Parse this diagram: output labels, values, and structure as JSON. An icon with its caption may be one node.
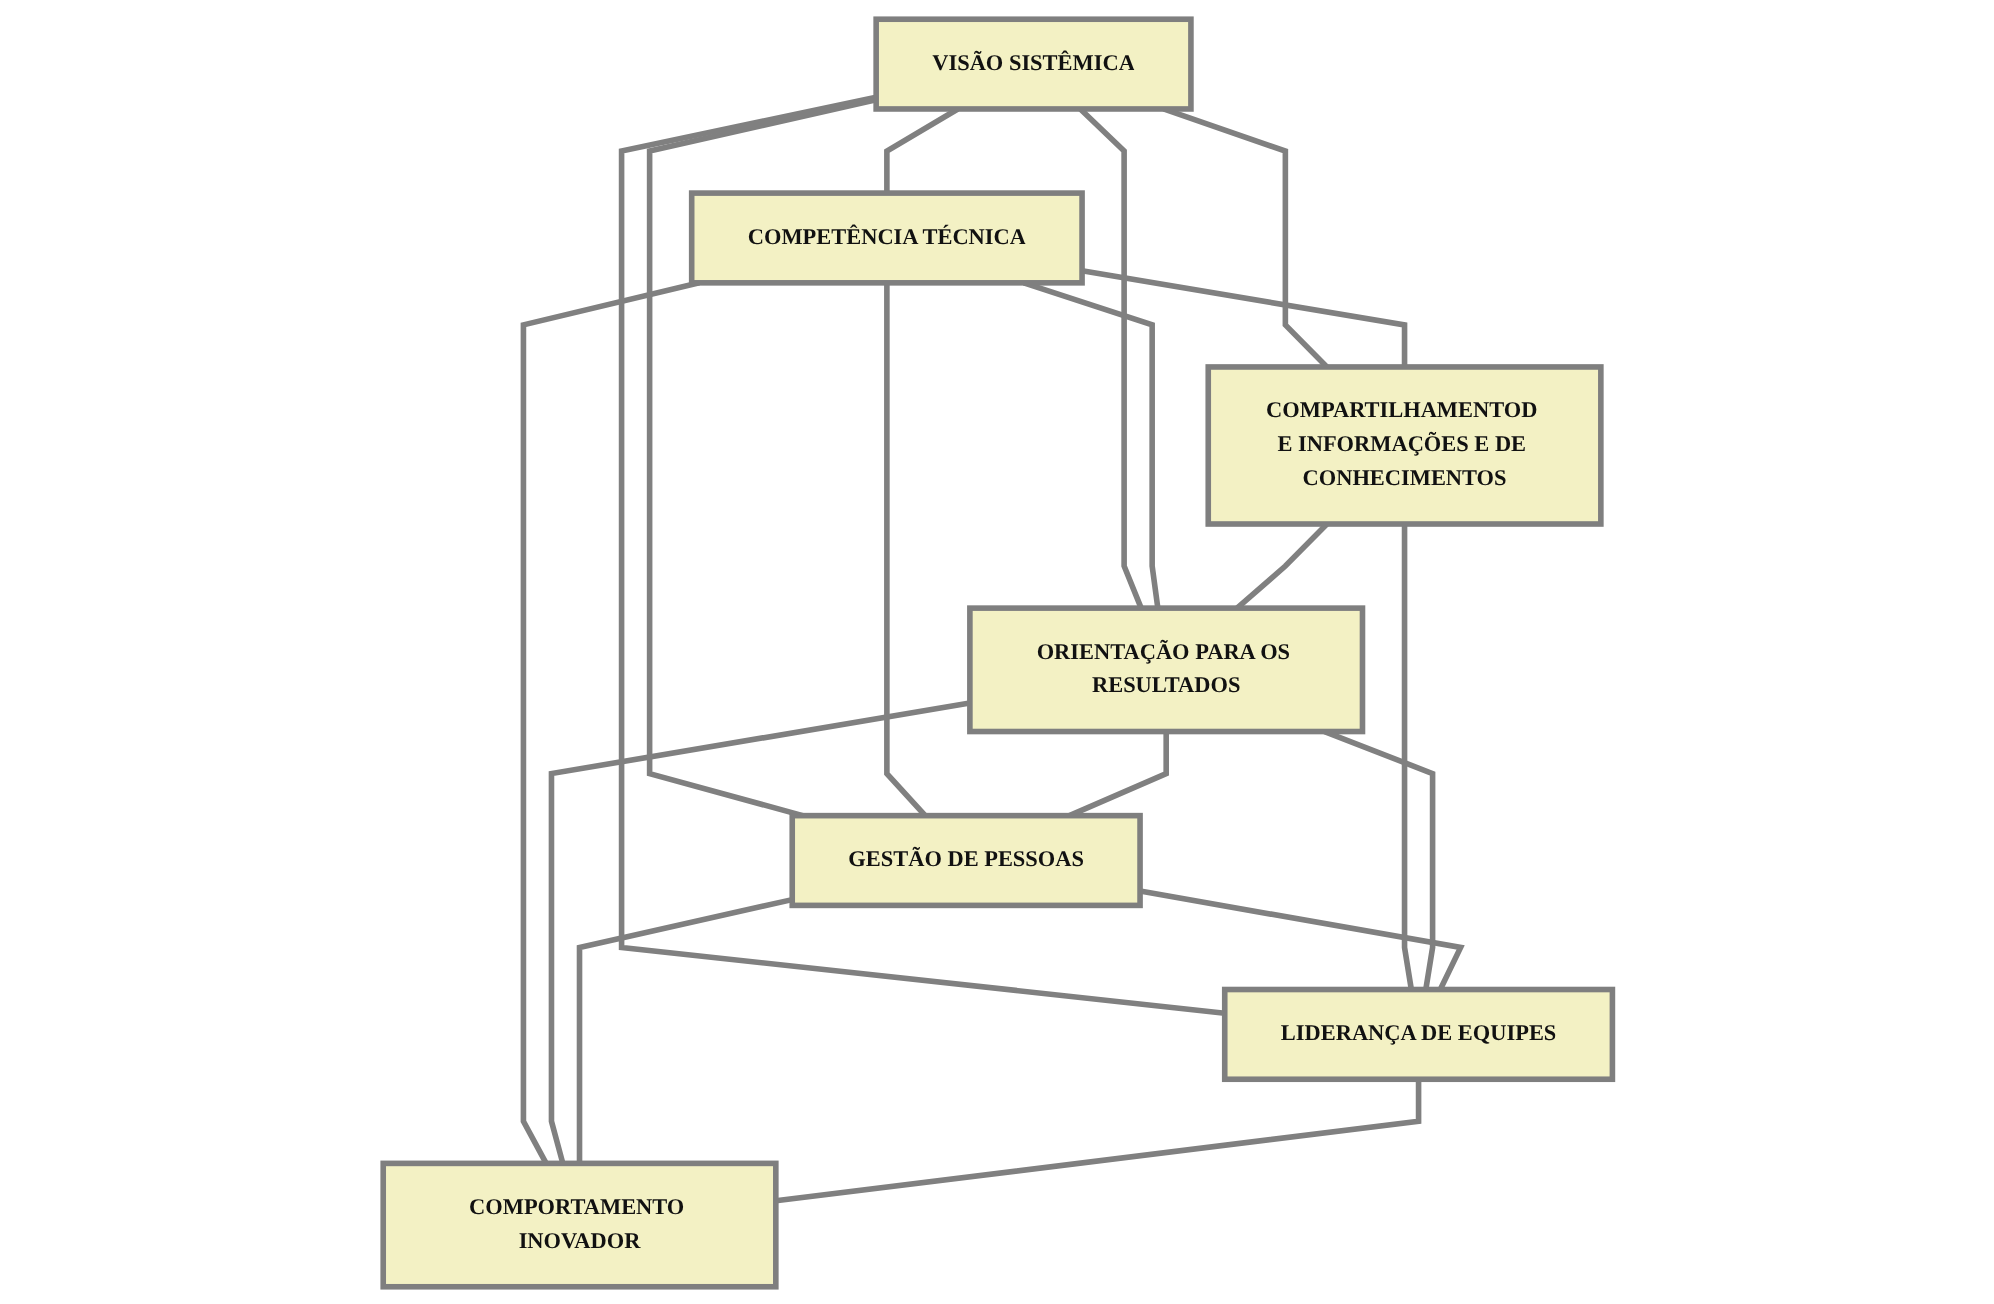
{
  "diagram": {
    "nodes": [
      {
        "text": [
          "VISÃO SISTÊMICA"
        ]
      },
      {
        "text": [
          "COMPETÊNCIA TÉCNICA"
        ]
      },
      {
        "text": [
          "COMPARTILHAMENTOD E INFORMAÇÕES E DE CONHECIMENTOS"
        ]
      },
      {
        "text": [
          "ORIENTAÇÃO PARA OS RESULTADOS"
        ]
      },
      {
        "text": [
          "GESTÃO DE PESSOAS"
        ]
      },
      {
        "text": [
          "LIDERANÇA DE EQUIPES"
        ]
      },
      {
        "text": [
          "COMPORTAMENTO INOVADOR"
        ]
      }
    ],
    "edges": [
      {
        "from": 0,
        "to": 1,
        "arrow": "none"
      },
      {
        "from": 0,
        "to": 4,
        "arrow": "none"
      },
      {
        "from": 0,
        "to": 3,
        "arrow": "none"
      },
      {
        "from": 0,
        "to": 2,
        "arrow": "none"
      },
      {
        "from": 0,
        "to": 5,
        "arrow": "none"
      },
      {
        "from": 1,
        "to": 2,
        "arrow": "none"
      },
      {
        "from": 1,
        "to": 3,
        "arrow": "none"
      },
      {
        "from": 1,
        "to": 4,
        "arrow": "none"
      },
      {
        "from": 1,
        "to": 6,
        "arrow": "none"
      },
      {
        "from": 2,
        "to": 3,
        "arrow": "none"
      },
      {
        "from": 2,
        "to": 5,
        "arrow": "none"
      },
      {
        "from": 3,
        "to": 4,
        "arrow": "none"
      },
      {
        "from": 3,
        "to": 5,
        "arrow": "none"
      },
      {
        "from": 3,
        "to": 6,
        "arrow": "none"
      },
      {
        "from": 4,
        "to": 5,
        "arrow": "none"
      },
      {
        "from": 4,
        "to": 6,
        "arrow": "none"
      },
      {
        "from": 5,
        "to": 6,
        "arrow": "none"
      }
    ]
  }
}
